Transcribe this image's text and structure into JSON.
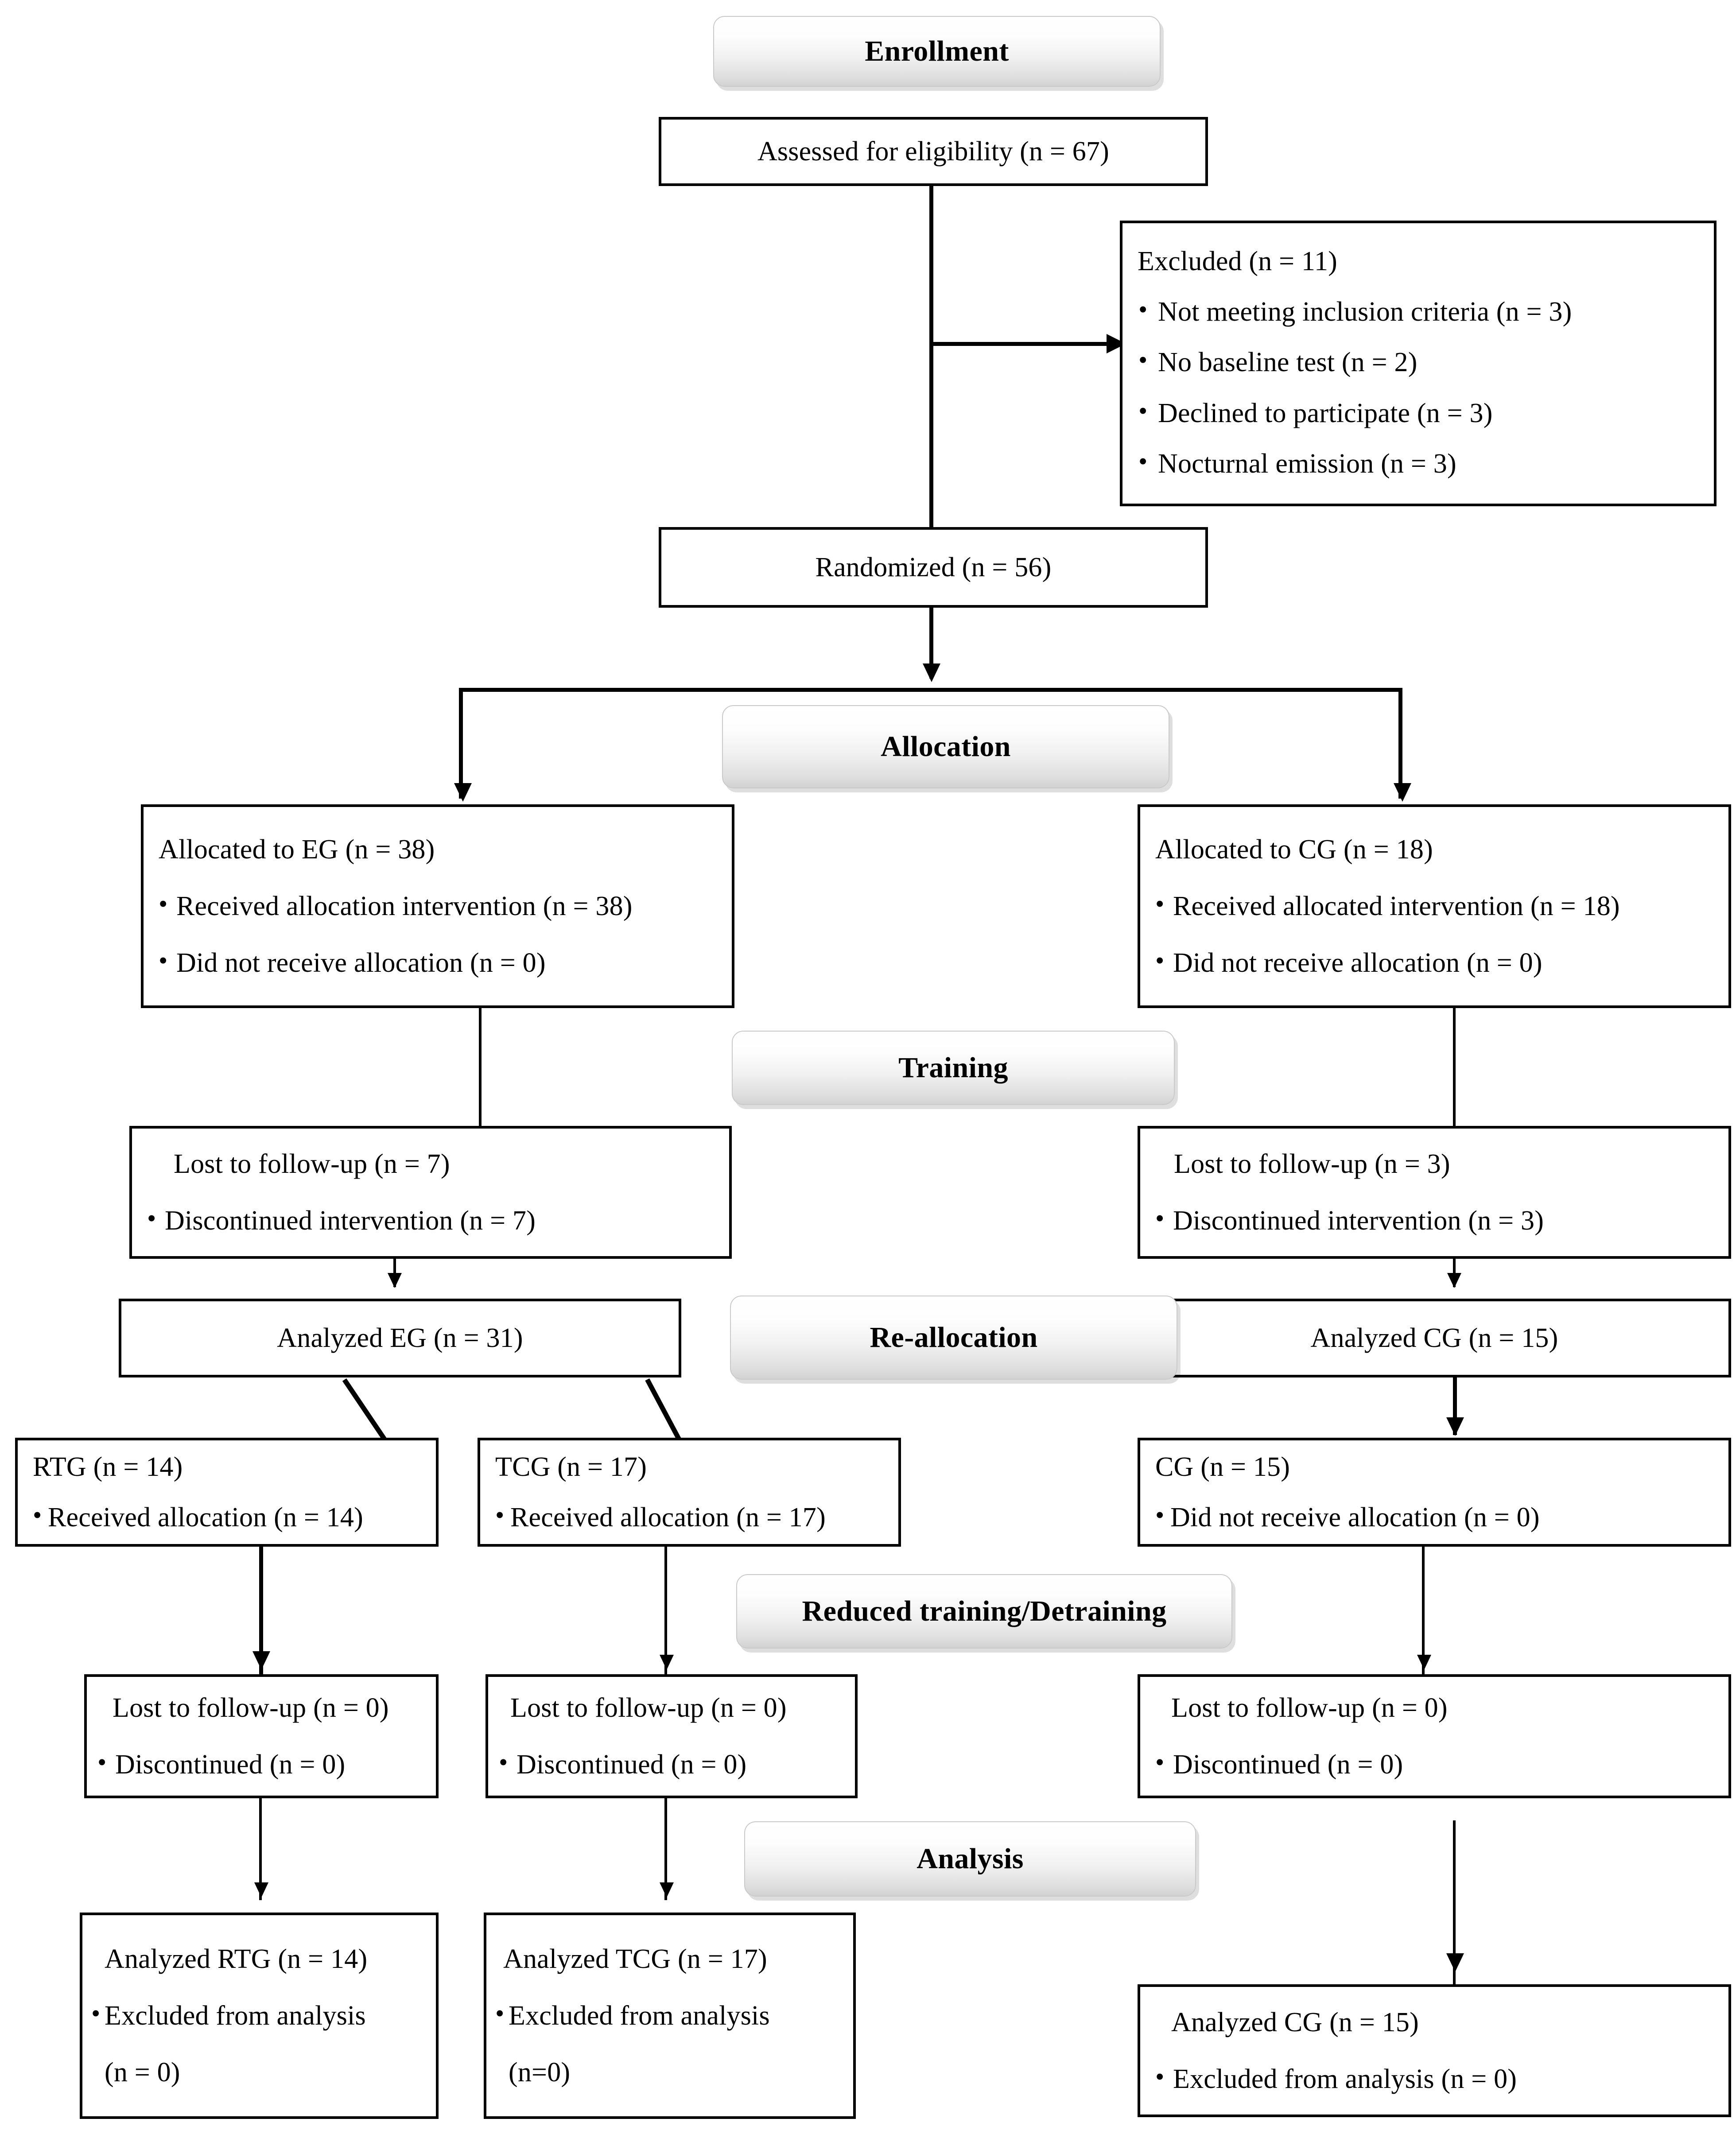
{
  "diagram": {
    "title": "CONSORT participant flow diagram",
    "stages": [
      {
        "key": "enrollment",
        "label": "Enrollment"
      },
      {
        "key": "allocation",
        "label": "Allocation"
      },
      {
        "key": "training",
        "label": "Training"
      },
      {
        "key": "reallocation",
        "label": "Re-allocation"
      },
      {
        "key": "reduced_training",
        "label": "Reduced training/Detraining"
      },
      {
        "key": "analysis",
        "label": "Analysis"
      }
    ],
    "nodes": {
      "assessed": {
        "lines": [
          "Assessed for eligibility (n = 67)"
        ]
      },
      "excluded": {
        "heading": "Excluded (n = 11)",
        "bullets": [
          "Not meeting inclusion criteria (n = 3)",
          "No baseline test (n = 2)",
          "Declined to participate (n = 3)",
          "Nocturnal emission (n = 3)"
        ]
      },
      "randomized": {
        "lines": [
          "Randomized (n = 56)"
        ]
      },
      "alloc_eg": {
        "heading": "Allocated to EG (n = 38)",
        "bullets": [
          "Received allocation intervention (n = 38)",
          "Did not receive allocation (n = 0)"
        ]
      },
      "alloc_cg": {
        "heading": "Allocated to CG (n = 18)",
        "bullets": [
          "Received allocated intervention (n = 18)",
          "Did not receive allocation (n = 0)"
        ]
      },
      "lost_eg": {
        "heading": "Lost to follow-up (n = 7)",
        "bullets": [
          "Discontinued intervention (n = 7)"
        ]
      },
      "lost_cg": {
        "heading": "Lost to follow-up (n = 3)",
        "bullets": [
          "Discontinued intervention (n = 3)"
        ]
      },
      "analyzed_eg": {
        "lines": [
          "Analyzed EG (n = 31)"
        ]
      },
      "analyzed_cg_mid": {
        "lines": [
          "Analyzed CG (n = 15)"
        ]
      },
      "rtg": {
        "heading": "RTG (n = 14)",
        "bullets": [
          "Received allocation (n = 14)"
        ]
      },
      "tcg": {
        "heading": "TCG (n = 17)",
        "bullets": [
          "Received allocation (n = 17)"
        ]
      },
      "cg": {
        "heading": "CG (n = 15)",
        "bullets": [
          "Did not receive allocation (n = 0)"
        ]
      },
      "lost_rtg": {
        "heading": "Lost to follow-up (n = 0)",
        "bullets": [
          "Discontinued (n = 0)"
        ]
      },
      "lost_tcg": {
        "heading": "Lost to follow-up (n = 0)",
        "bullets": [
          "Discontinued (n = 0)"
        ]
      },
      "lost_cg2": {
        "heading": "Lost to follow-up (n = 0)",
        "bullets": [
          "Discontinued (n = 0)"
        ]
      },
      "analyzed_rtg": {
        "heading": "Analyzed RTG (n = 14)",
        "bullet": "Excluded from analysis",
        "bullet_cont": "(n = 0)"
      },
      "analyzed_tcg": {
        "heading": "Analyzed TCG (n = 17)",
        "bullet": "Excluded from analysis",
        "bullet_cont": "(n=0)"
      },
      "analyzed_cg_final": {
        "heading": "Analyzed CG (n = 15)",
        "bullets": [
          "Excluded from analysis (n = 0)"
        ]
      }
    },
    "colors": {
      "line": "#000000",
      "box_background": "#ffffff",
      "banner_top": "#ffffff",
      "banner_bottom": "#d2d2d2"
    }
  }
}
